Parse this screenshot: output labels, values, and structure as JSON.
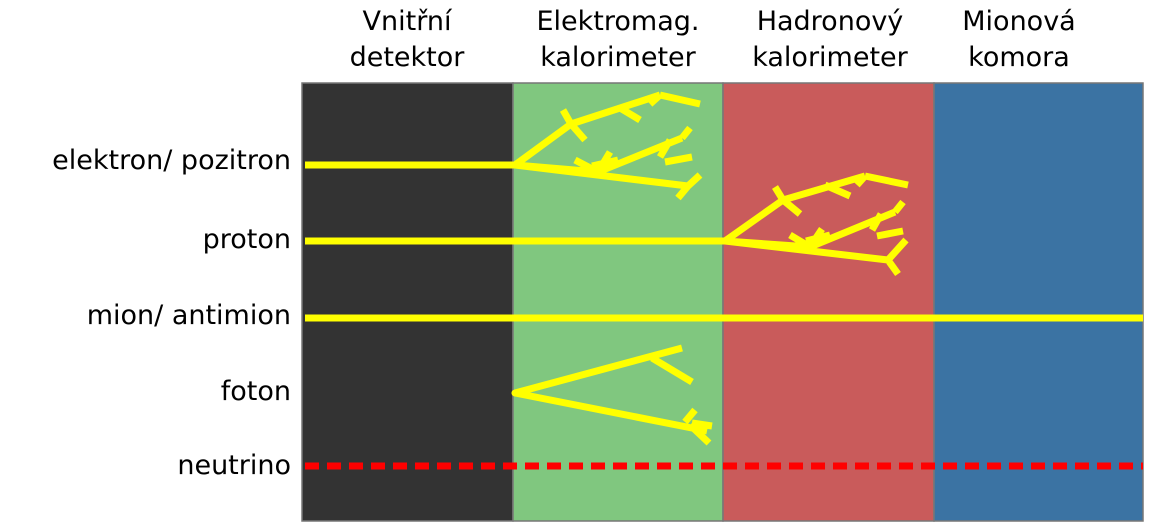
{
  "layers": [
    {
      "id": "inner",
      "line1": "Vnitřní",
      "line2": "detektor",
      "color": "#333333"
    },
    {
      "id": "em",
      "line1": "Elektromag.",
      "line2": "kalorimeter",
      "color": "#80c77f"
    },
    {
      "id": "hadron",
      "line1": "Hadronový",
      "line2": "kalorimeter",
      "color": "#c95b5b"
    },
    {
      "id": "muon",
      "line1": "Mionová",
      "line2": "komora",
      "color": "#3b73a3"
    }
  ],
  "particles": [
    {
      "id": "electron",
      "label": "elektron/ pozitron"
    },
    {
      "id": "proton",
      "label": "proton"
    },
    {
      "id": "muon",
      "label": "mion/ antimion"
    },
    {
      "id": "photon",
      "label": "foton"
    },
    {
      "id": "neutrino",
      "label": "neutrino"
    }
  ],
  "colors": {
    "track": "#ffff00",
    "neutrino_track": "#ff0000",
    "border": "#777777"
  }
}
